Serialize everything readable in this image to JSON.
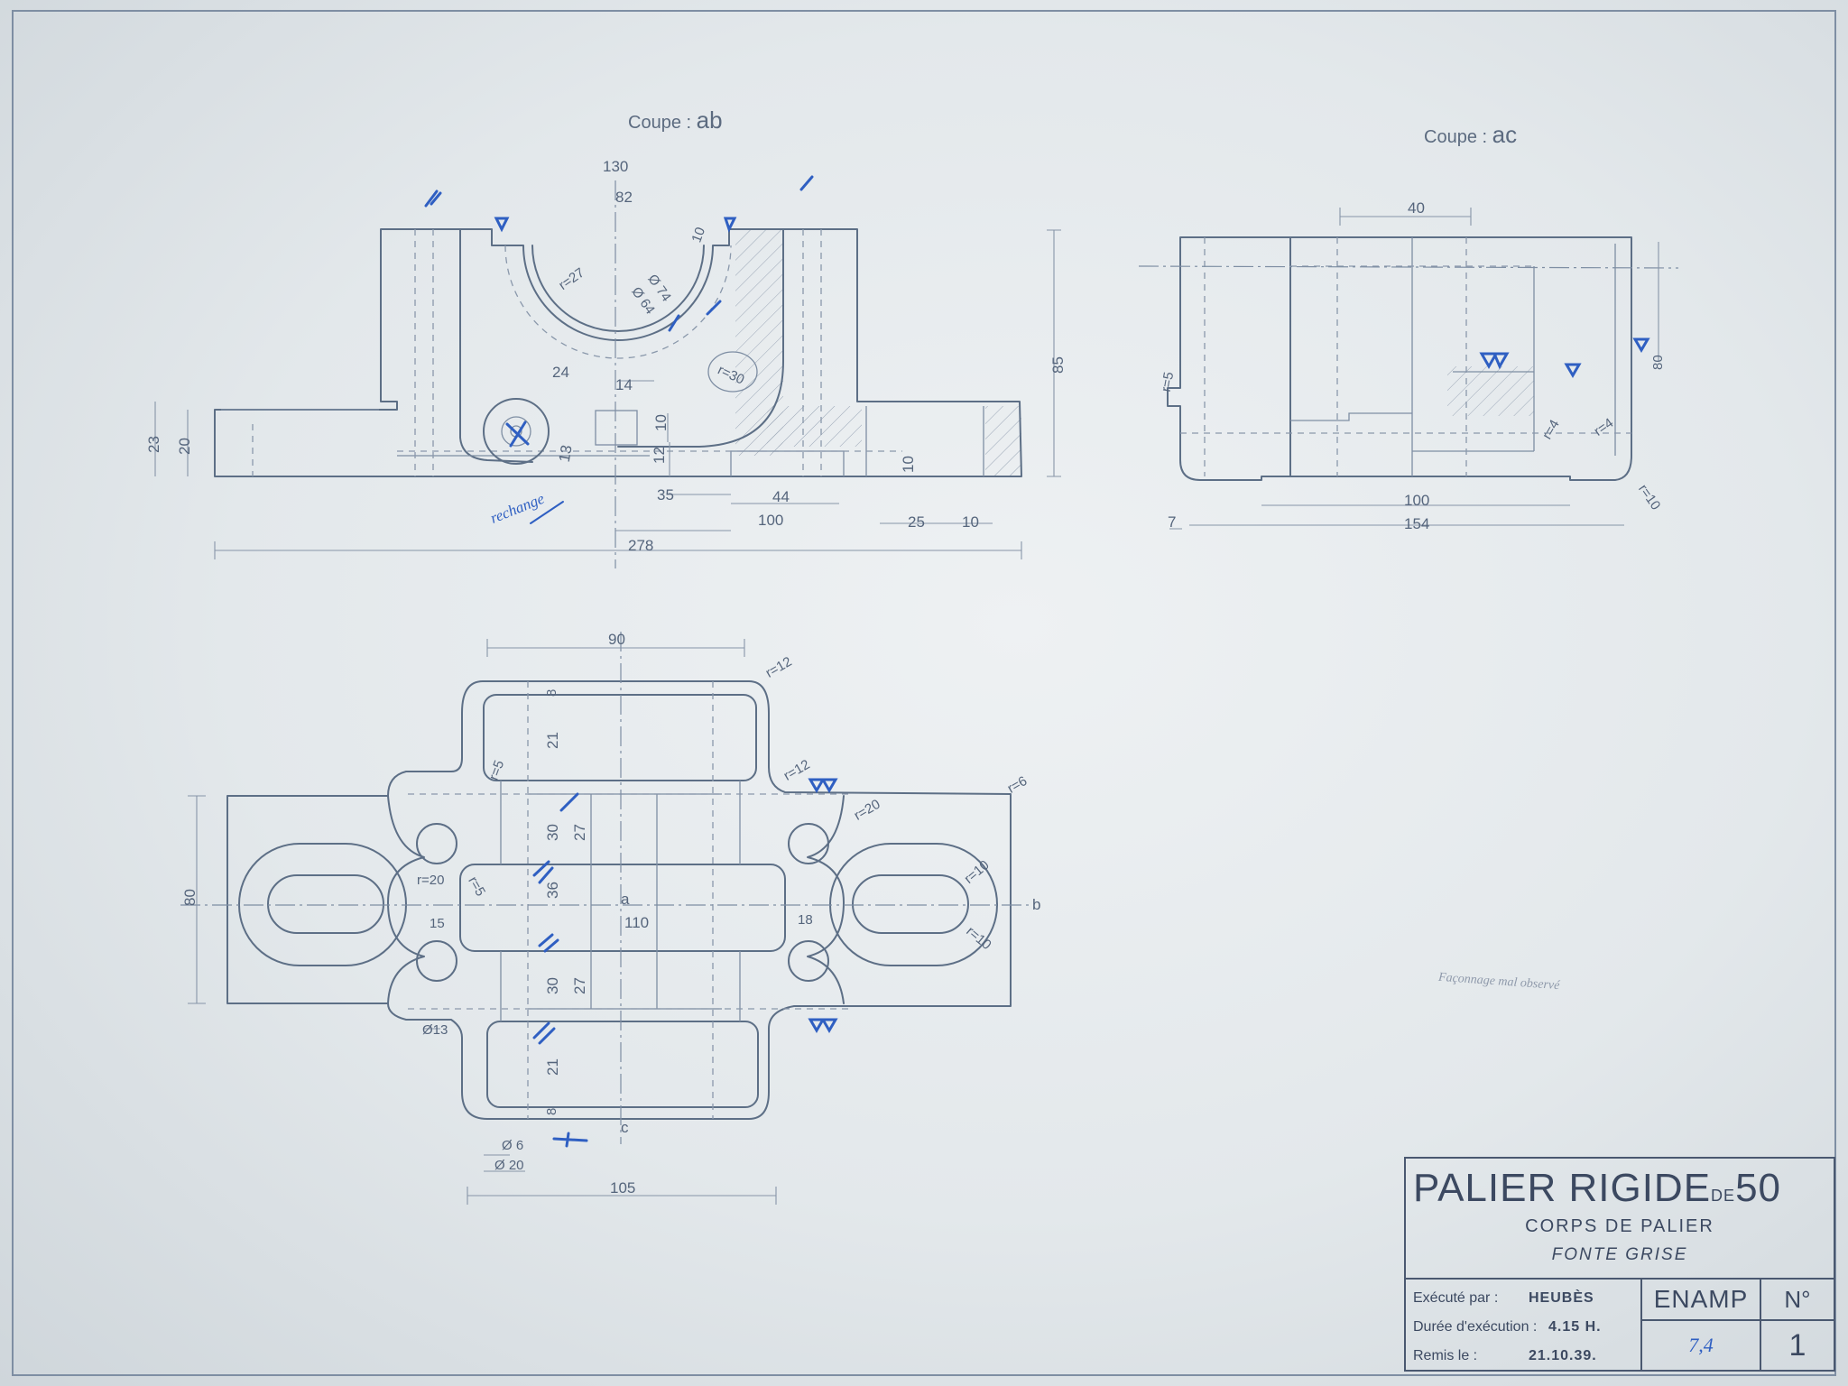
{
  "views": {
    "section_ab": {
      "title_prefix": "Coupe :",
      "title_id": "ab"
    },
    "section_ac": {
      "title_prefix": "Coupe :",
      "title_id": "ac"
    }
  },
  "section_points": {
    "a": "a",
    "b": "b",
    "c": "c"
  },
  "dimensions": {
    "ab": [
      "130",
      "82",
      "85",
      "23",
      "20",
      "24",
      "14",
      "10",
      "12",
      "13",
      "35",
      "44",
      "100",
      "25",
      "10",
      "10",
      "278",
      "r=27",
      "Ø 74",
      "Ø 64",
      "r=30",
      "10"
    ],
    "ac": [
      "40",
      "80",
      "r=5",
      "r=4",
      "r=4",
      "100",
      "154",
      "7",
      "r=10"
    ],
    "plan": [
      "90",
      "r=12",
      "8",
      "21",
      "r=5",
      "r=12",
      "r=6",
      "r=20",
      "30",
      "27",
      "r=20",
      "r=5",
      "36",
      "110",
      "15",
      "18",
      "r=10",
      "r=10",
      "80",
      "30",
      "27",
      "Ø13",
      "21",
      "8",
      "Ø 6",
      "Ø 20",
      "105"
    ]
  },
  "annotations": {
    "ink_note": "rechange",
    "pencil_note": "Façonnage mal observé"
  },
  "title_block": {
    "name_main": "PALIER RIGIDE",
    "name_small": "DE",
    "name_size": "50",
    "subtitle": "CORPS DE PALIER",
    "material": "FONTE GRISE",
    "executed_by_label": "Exécuté par :",
    "executed_by": "HEUBÈS",
    "duration_label": "Durée d'exécution :",
    "duration": "4.15 H.",
    "delivered_label": "Remis le :",
    "delivered": "21.10.39.",
    "school": "ENAMP",
    "number_label": "N°",
    "number": "1",
    "grade_mark": "7,4"
  },
  "colors": {
    "paper": "#e8ecef",
    "pencil": "#5d6f86",
    "ink": "#2f5fc2"
  }
}
